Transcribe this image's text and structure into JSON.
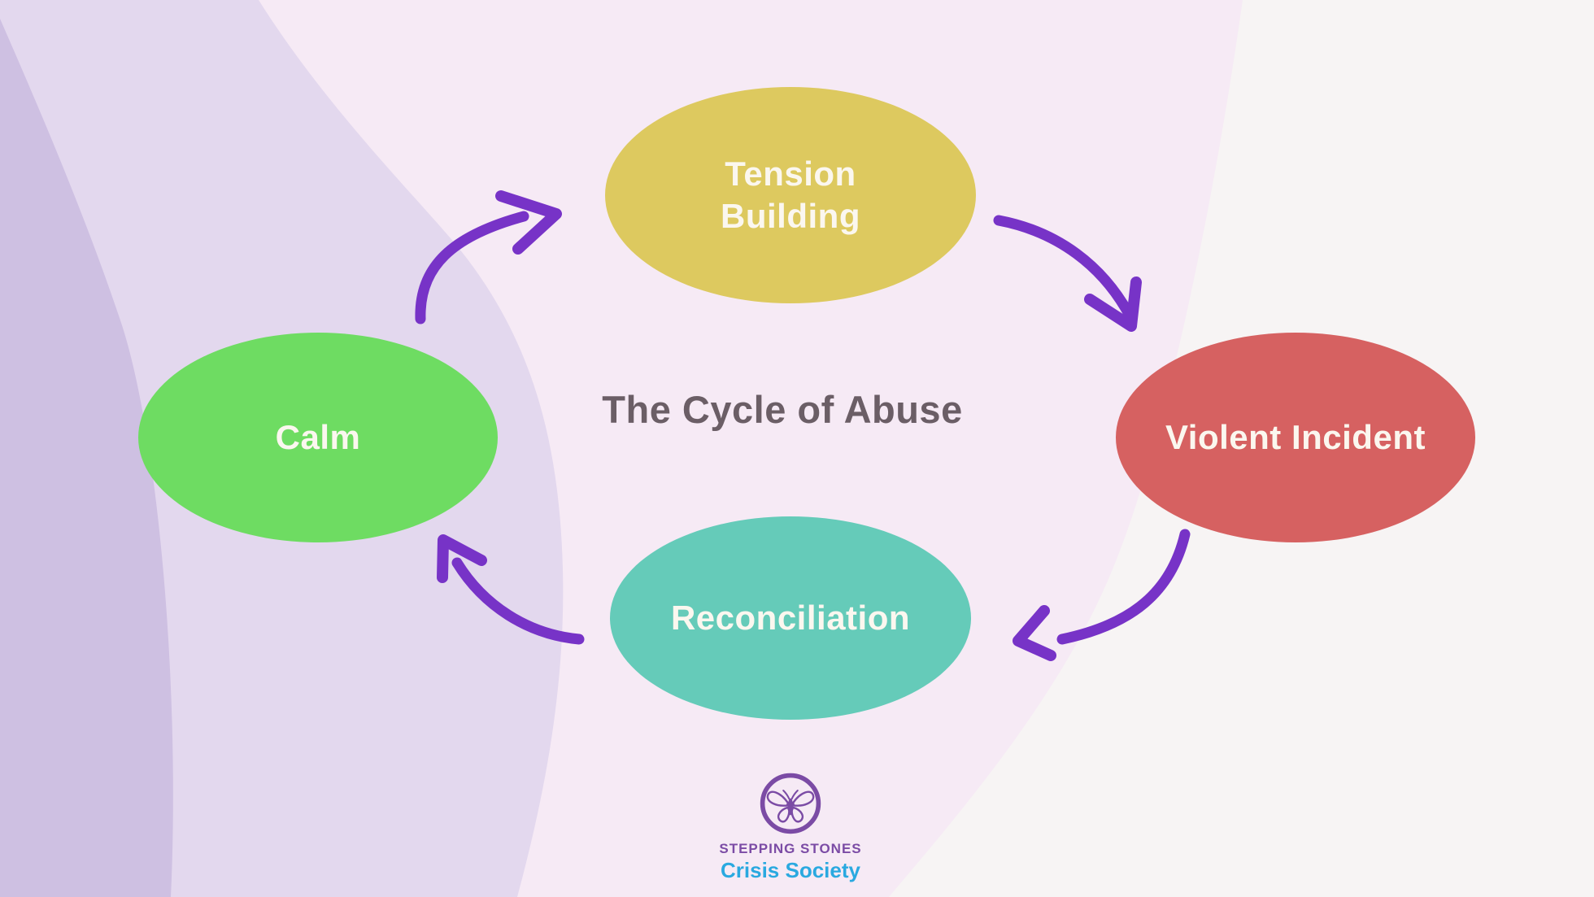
{
  "title": "The Cycle of Abuse",
  "title_color": "#6b5e66",
  "label_text_color": "#fbf7ef",
  "stages": [
    {
      "id": "tension-building",
      "label": "Tension Building",
      "color": "#ddc95f"
    },
    {
      "id": "violent-incident",
      "label": "Violent Incident",
      "color": "#d66161"
    },
    {
      "id": "reconciliation",
      "label": "Reconciliation",
      "color": "#65cbb9"
    },
    {
      "id": "calm",
      "label": "Calm",
      "color": "#6edc62"
    }
  ],
  "arrows": {
    "color": "#7733c7",
    "style": "hand-drawn curved",
    "connections": [
      "calm-to-tension-building",
      "tension-building-to-violent-incident",
      "violent-incident-to-reconciliation",
      "reconciliation-to-calm"
    ]
  },
  "logo": {
    "icon": "butterfly-in-circle",
    "org_line1": "STEPPING STONES",
    "org_line2": "Crisis Society",
    "purple": "#7b4ba5",
    "blue": "#2aa9e0"
  },
  "background": {
    "left_dark_band": "#cec0e2",
    "left_band": "#e3d8ee",
    "center": "#f6eaf5",
    "right_panel": "#f7f4f4"
  }
}
